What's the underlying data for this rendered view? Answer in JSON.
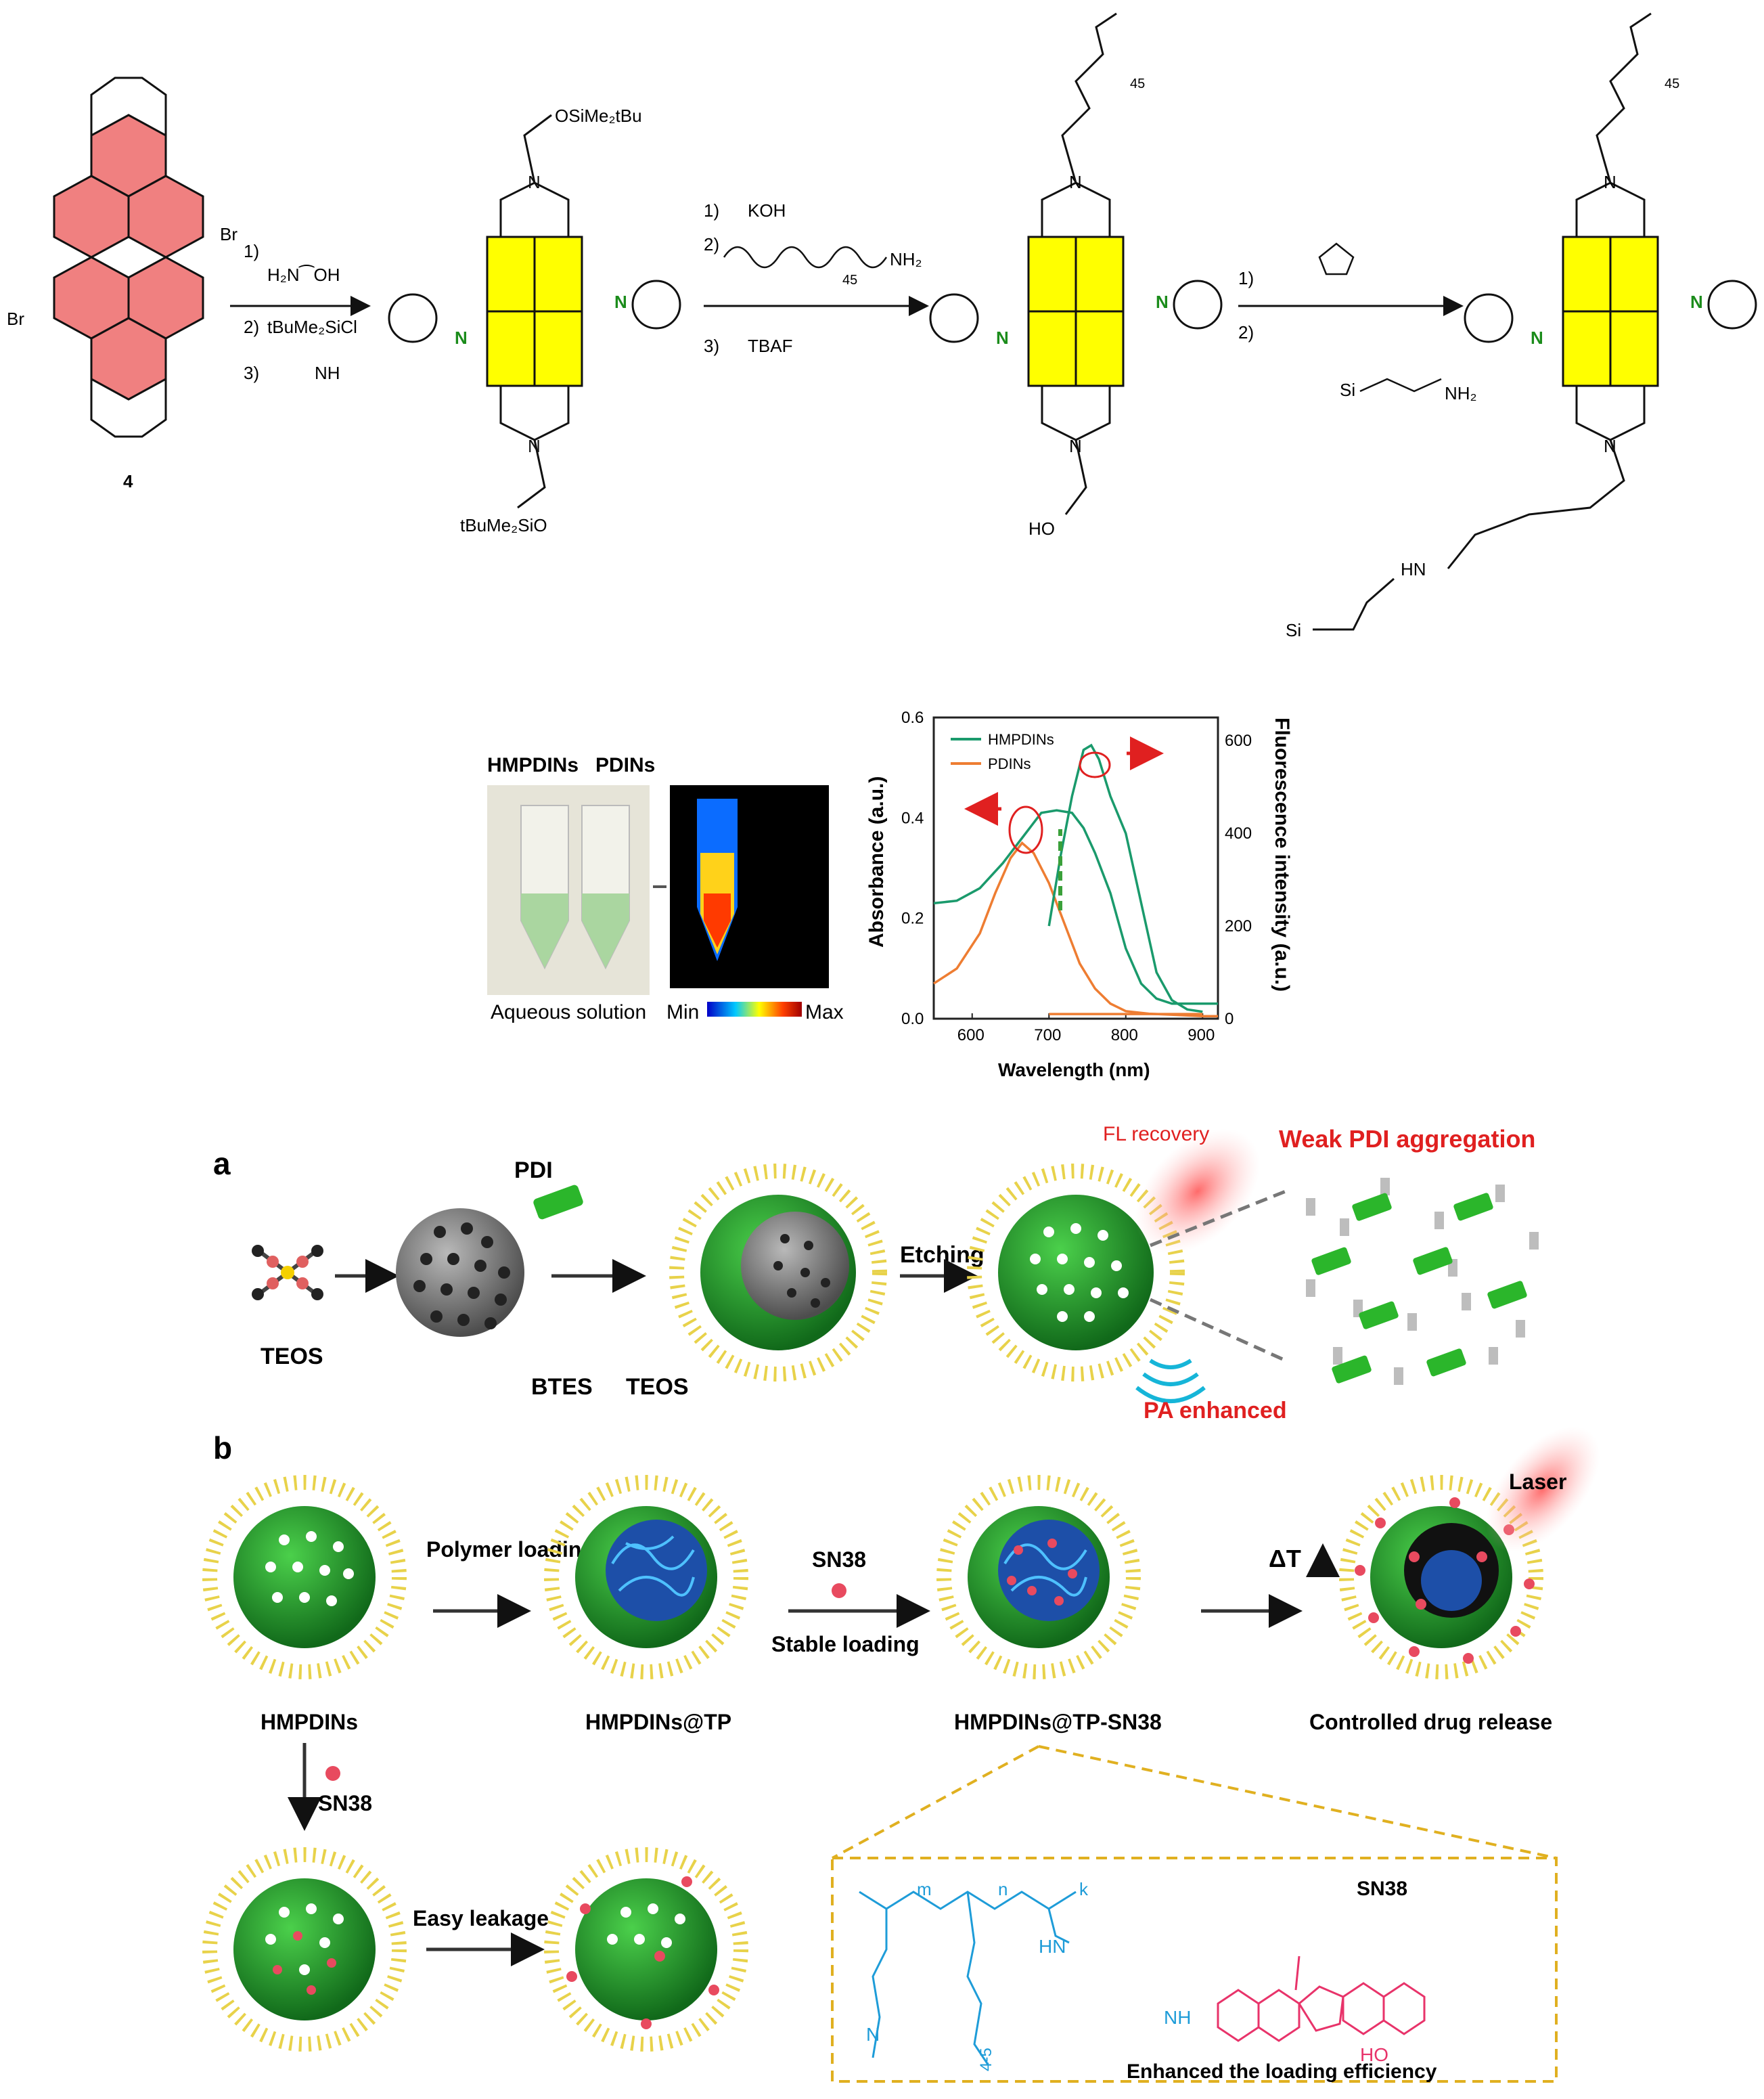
{
  "scheme": {
    "compound_number": "4",
    "br_left": "Br",
    "br_right": "Br",
    "step1": {
      "s1": "1)",
      "s1_reagent": "H₂N⁀OH",
      "s2": "2)",
      "s2_reagent": "tBuMe₂SiCl",
      "s3": "3)",
      "s3_reagent": "NH"
    },
    "step2": {
      "s1": "1)",
      "s1_reagent": "KOH",
      "s2": "2)",
      "s2_reagent": "NH₂",
      "s2_sub": "45",
      "s3": "3)",
      "s3_reagent": "TBAF"
    },
    "step3": {
      "s1": "1)",
      "s2": "2)",
      "si": "Si",
      "nh2": "NH₂"
    },
    "intermediate1": {
      "top": "OSiMe₂tBu",
      "bottom": "tBuMe₂SiO"
    },
    "intermediate2": {
      "peg_sub": "45",
      "bottom": "HO"
    },
    "product": {
      "peg_sub": "45",
      "nh": "HN",
      "si": "Si"
    },
    "atoms": {
      "N": "N",
      "O": "O"
    }
  },
  "photo": {
    "label_hmpdins": "HMPDINs",
    "label_pdins": "PDINs",
    "caption": "Aqueous solution",
    "scale_min": "Min",
    "scale_max": "Max"
  },
  "chart_data": {
    "type": "line",
    "xlabel": "Wavelength (nm)",
    "ylabel": "Absorbance (a.u.)",
    "y2label": "Fluorescence intensity (a.u.)",
    "xlim": [
      550,
      920
    ],
    "ylim": [
      0,
      0.6
    ],
    "y2lim": [
      0,
      650
    ],
    "xticks": [
      "600",
      "700",
      "800",
      "900"
    ],
    "yticks": [
      "0.0",
      "0.2",
      "0.4",
      "0.6"
    ],
    "y2ticks": [
      "0",
      "200",
      "400",
      "600"
    ],
    "legend": [
      "HMPDINs",
      "PDINs"
    ],
    "colors": {
      "HMPDINs": "#1a9a6c",
      "PDINs": "#ee7d32"
    },
    "series": [
      {
        "name": "HMPDINs",
        "axis": "absorbance",
        "x": [
          550,
          580,
          610,
          640,
          665,
          690,
          710,
          730,
          745,
          760,
          780,
          800,
          820,
          840,
          860,
          880,
          900,
          920
        ],
        "values": [
          0.23,
          0.235,
          0.26,
          0.31,
          0.36,
          0.41,
          0.415,
          0.41,
          0.38,
          0.33,
          0.25,
          0.14,
          0.07,
          0.04,
          0.03,
          0.03,
          0.03,
          0.03
        ]
      },
      {
        "name": "PDINs",
        "axis": "absorbance",
        "x": [
          550,
          580,
          610,
          630,
          650,
          665,
          680,
          700,
          720,
          740,
          760,
          780,
          800,
          830,
          860,
          900,
          920
        ],
        "values": [
          0.07,
          0.1,
          0.17,
          0.25,
          0.32,
          0.35,
          0.33,
          0.27,
          0.19,
          0.11,
          0.06,
          0.03,
          0.015,
          0.01,
          0.008,
          0.005,
          0.005
        ]
      },
      {
        "name": "HMPDINs",
        "axis": "fluorescence",
        "x": [
          700,
          715,
          730,
          745,
          755,
          765,
          780,
          800,
          820,
          840,
          860,
          880,
          900
        ],
        "values": [
          200,
          350,
          480,
          580,
          590,
          560,
          480,
          400,
          250,
          100,
          40,
          20,
          15
        ]
      },
      {
        "name": "PDINs",
        "axis": "fluorescence",
        "x": [
          700,
          750,
          800,
          850,
          900
        ],
        "values": [
          10,
          10,
          10,
          10,
          10
        ]
      }
    ]
  },
  "panel_a": {
    "label": "a",
    "teos1": "TEOS",
    "pdi": "PDI",
    "btes": "BTES",
    "teos2": "TEOS",
    "etching": "Etching",
    "fl_recovery": "FL recovery",
    "weak_pdi": "Weak PDI aggregation",
    "pa_enhanced": "PA enhanced"
  },
  "panel_b": {
    "label": "b",
    "polymer_loading": "Polymer loading",
    "sn38_top": "SN38",
    "stable_loading": "Stable loading",
    "delta_t": "ΔT",
    "laser": "Laser",
    "hmpdins": "HMPDINs",
    "hmpdins_tp": "HMPDINs@TP",
    "hmpdins_tp_sn38": "HMPDINs@TP-SN38",
    "controlled": "Controlled drug release",
    "sn38_down": "SN38",
    "easy_leakage": "Easy leakage",
    "sn38_struct": "SN38",
    "enhanced": "Enhanced the loading efficiency",
    "poly_m": "m",
    "poly_n": "n",
    "poly_k": "k",
    "poly_hn": "HN",
    "poly_n_atom": "N",
    "poly_sub": "4-5",
    "sn38_nh": "NH",
    "sn38_ho": "HO"
  }
}
